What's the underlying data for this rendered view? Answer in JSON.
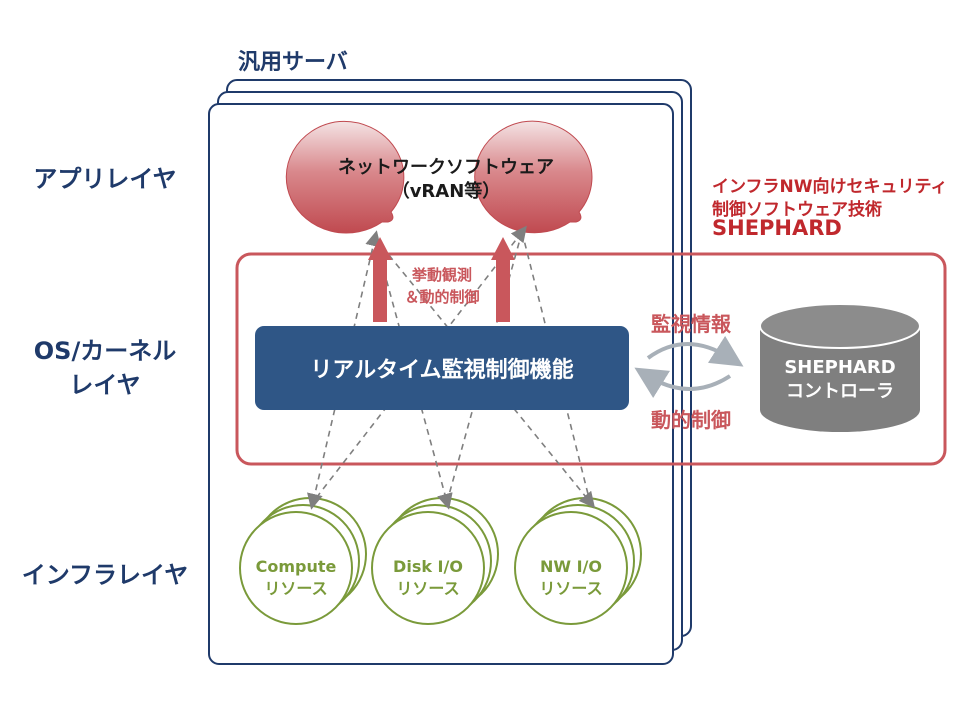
{
  "server": {
    "title": "汎用サーバ"
  },
  "layers": {
    "app": "アプリレイヤ",
    "os_line1": "OS/カーネル",
    "os_line2": "レイヤ",
    "infra": "インフラレイヤ"
  },
  "security": {
    "line1": "インフラNW向けセキュリティ",
    "line2": "制御ソフトウェア技術",
    "name": "SHEPHARD"
  },
  "nw_software": {
    "line1": "ネットワークソフトウェア",
    "line2": "（vRAN等）"
  },
  "behavior_label": {
    "line1": "挙動観測",
    "line2": "＆動的制御"
  },
  "realtime_box": "リアルタイム監視制御機能",
  "cycle": {
    "top": "監視情報",
    "bottom": "動的制御"
  },
  "controller": {
    "line1": "SHEPHARD",
    "line2": "コントローラ"
  },
  "resources": [
    {
      "line1": "Compute",
      "line2": "リソース"
    },
    {
      "line1": "Disk I/O",
      "line2": "リソース"
    },
    {
      "line1": "NW I/O",
      "line2": "リソース"
    }
  ],
  "colors": {
    "navy": "#1f3a6a",
    "security_red": "#c0282d",
    "blue_box": "#2f5686",
    "grey_db": "#7f7f7f",
    "resource_green": "#7a9a3a",
    "bubble_red": "#c9575c"
  }
}
